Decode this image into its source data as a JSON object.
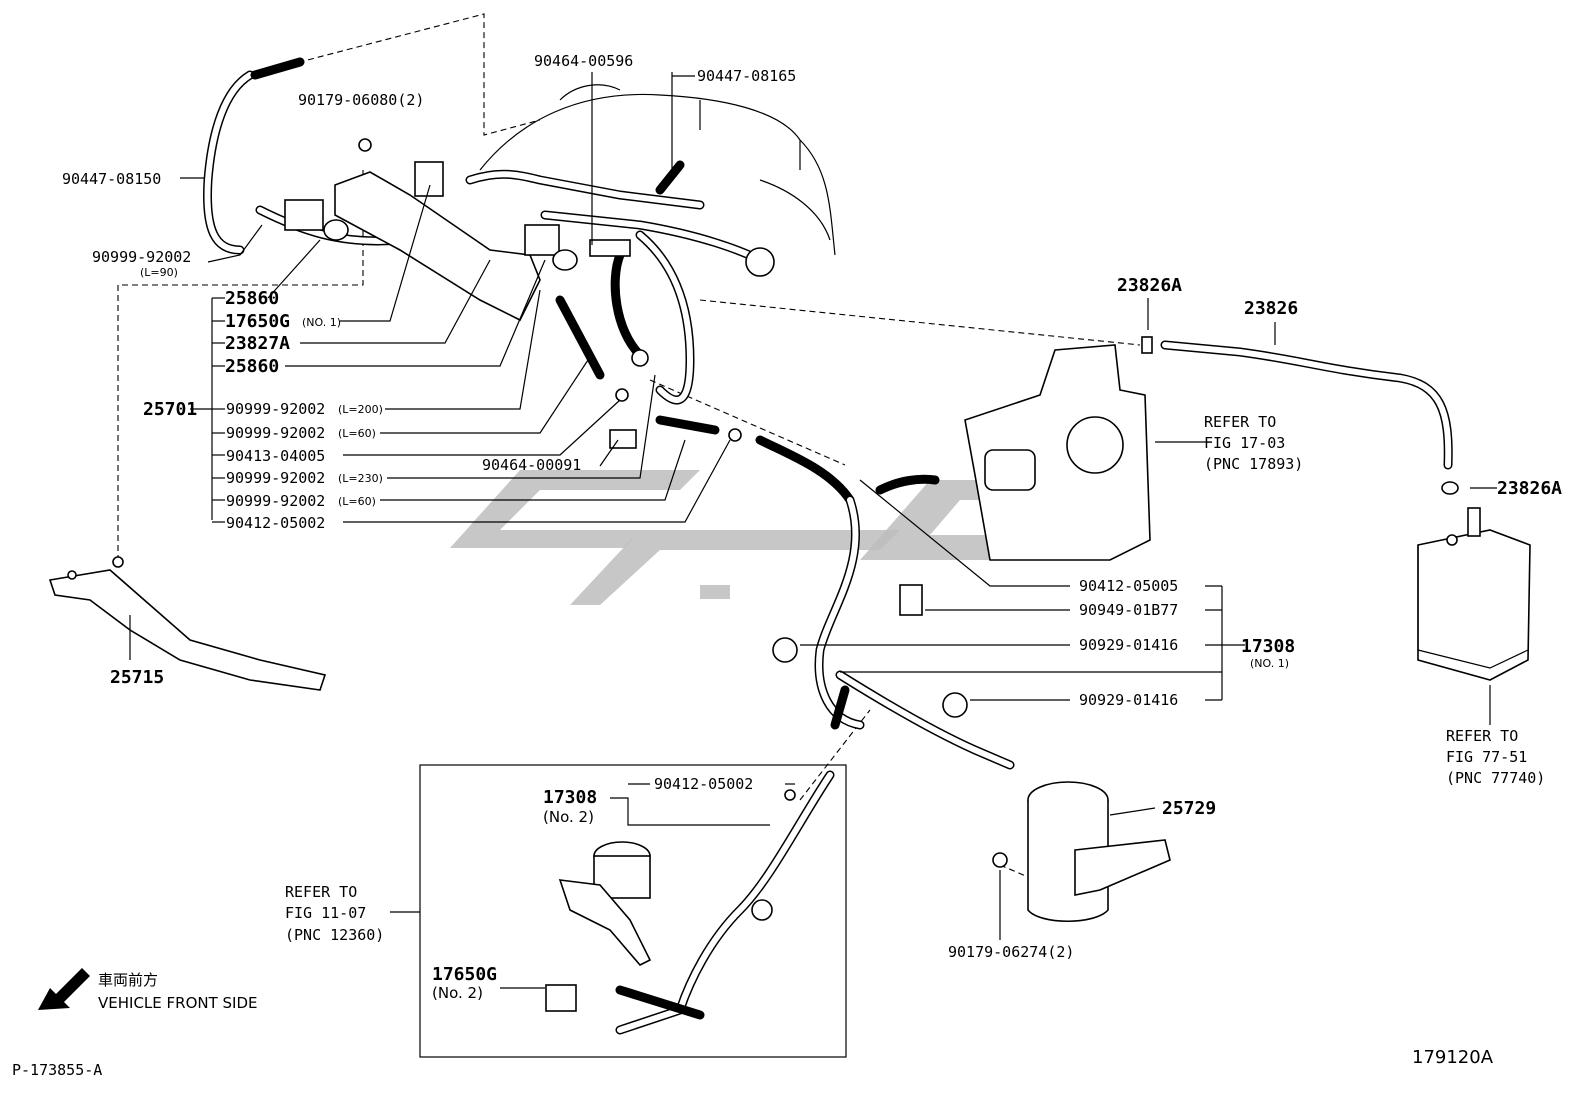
{
  "labels": {
    "p90464_00596": "90464-00596",
    "p90447_08165": "90447-08165",
    "p90179_06080": "90179-06080(2)",
    "p90447_08150": "90447-08150",
    "p90999_92002_l90": "90999-92002",
    "l90": "(L=90)",
    "p25860_a": "25860",
    "p17650g": "17650G",
    "no1_a": "(NO. 1)",
    "p23827a": "23827A",
    "p25860_b": "25860",
    "p25701": "25701",
    "p90999_92002_200": "90999-92002",
    "l200": "(L=200)",
    "p90999_92002_60a": "90999-92002",
    "l60a": "(L=60)",
    "p90413_04005": "90413-04005",
    "p90464_00091": "90464-00091",
    "p90999_92002_230": "90999-92002",
    "l230": "(L=230)",
    "p90999_92002_60b": "90999-92002",
    "l60b": "(L=60)",
    "p90412_05002_a": "90412-05002",
    "p23826a_top": "23826A",
    "p23826": "23826",
    "ref1703_1": "REFER TO",
    "ref1703_2": "FIG 17-03",
    "ref1703_3": "(PNC 17893)",
    "p23826a_right": "23826A",
    "p25715": "25715",
    "p90412_05005": "90412-05005",
    "p90949_01b77": "90949-01B77",
    "p90929_01416_a": "90929-01416",
    "p17308_no1": "17308",
    "no1_b": "(NO. 1)",
    "p90929_01416_b": "90929-01416",
    "ref7751_1": "REFER TO",
    "ref7751_2": "FIG 77-51",
    "ref7751_3": "(PNC 77740)",
    "p17308_no2": "17308",
    "no2_a": "(No. 2)",
    "p90412_05002_b": "90412-05002",
    "p25729": "25729",
    "ref1107_1": "REFER TO",
    "ref1107_2": "FIG 11-07",
    "ref1107_3": "(PNC 12360)",
    "p90179_06274": "90179-06274(2)",
    "p17650g_no2": "17650G",
    "no2_b": "(No. 2)",
    "front_jp": "車両前方",
    "front_en": "VEHICLE FRONT SIDE",
    "ref_code": "P-173855-A",
    "fig_code": "179120A"
  }
}
